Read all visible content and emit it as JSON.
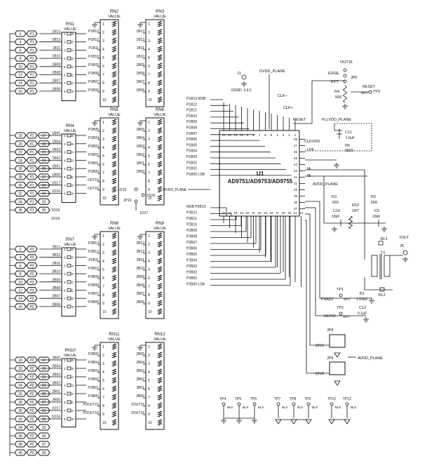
{
  "connectors": [
    {
      "n": "2",
      "p": "P1"
    },
    {
      "n": "4",
      "p": "P1"
    },
    {
      "n": "6",
      "p": "P1"
    },
    {
      "n": "8",
      "p": "P1"
    },
    {
      "n": "10",
      "p": "P1"
    },
    {
      "n": "12",
      "p": "P1"
    },
    {
      "n": "14",
      "p": "P1"
    },
    {
      "n": "16",
      "p": "P1"
    },
    {
      "n": "18",
      "p": "P1"
    },
    {
      "n": "20",
      "p": "P1"
    },
    {
      "n": "22",
      "p": "P1"
    },
    {
      "n": "24",
      "p": "P1"
    },
    {
      "n": "26",
      "p": "P1"
    },
    {
      "n": "28",
      "p": "P1"
    },
    {
      "n": "30",
      "p": "P1"
    },
    {
      "n": "32",
      "p": "P1"
    },
    {
      "n": "34",
      "p": "P1"
    },
    {
      "n": "36",
      "p": "P1"
    },
    {
      "n": "2",
      "p": "P2"
    },
    {
      "n": "4",
      "p": "P2"
    },
    {
      "n": "6",
      "p": "P2"
    },
    {
      "n": "8",
      "p": "P2"
    },
    {
      "n": "10",
      "p": "P2"
    },
    {
      "n": "12",
      "p": "P2"
    },
    {
      "n": "14",
      "p": "P2"
    },
    {
      "n": "16",
      "p": "P2"
    },
    {
      "n": "18",
      "p": "P2"
    },
    {
      "n": "20",
      "p": "P2"
    },
    {
      "n": "22",
      "p": "P2"
    },
    {
      "n": "24",
      "p": "P2"
    },
    {
      "n": "26",
      "p": "P2"
    },
    {
      "n": "28",
      "p": "P2"
    },
    {
      "n": "30",
      "p": "P2"
    },
    {
      "n": "32",
      "p": "P2"
    },
    {
      "n": "34",
      "p": "P2"
    },
    {
      "n": "36",
      "p": "P2"
    },
    {
      "n": "38",
      "p": "P2"
    },
    {
      "n": "40",
      "p": "P2"
    }
  ],
  "connector_right_labels": [
    "P1",
    "P1",
    "P1",
    "P1",
    "P1",
    "P1",
    "P1",
    "P1",
    "17",
    "19",
    "21",
    "23",
    "25",
    "27",
    "29",
    "31",
    "33",
    "35",
    "P2",
    "P2",
    "P2",
    "P2",
    "P2",
    "P2",
    "P2",
    "P2",
    "P2 17",
    "P2 19",
    "P2 21",
    "P2 23",
    "P2 25",
    "P2 27",
    "P2 29",
    "P2 31",
    "P2 33",
    "P2 35",
    "P2 37",
    "P2 39"
  ],
  "rn1": {
    "ref": "RN1",
    "value": "VALUE",
    "nets": [
      "1B13",
      "1B12",
      "1B11",
      "1B10",
      "1B09",
      "1B08",
      "1B07",
      "1B06"
    ],
    "pinsL": [
      "1",
      "2",
      "3",
      "4",
      "5",
      "6",
      "7",
      "8"
    ],
    "pinsR": [
      "16",
      "15",
      "14",
      "13",
      "12",
      "11",
      "10",
      "9"
    ]
  },
  "rn4": {
    "ref": "RN4",
    "value": "VALUE",
    "nets": [
      "1B05",
      "1B04",
      "1B03",
      "1B02",
      "1B01",
      "1B00",
      "1O17",
      "1O16"
    ],
    "pinsL": [
      "1",
      "2",
      "3",
      "4",
      "5",
      "6",
      "7",
      "8"
    ],
    "pinsR": [
      "16",
      "15",
      "14",
      "13",
      "12",
      "11",
      "10",
      "9"
    ]
  },
  "rn7": {
    "ref": "RN7",
    "value": "VALUE",
    "nets": [
      "2B13",
      "2B12",
      "2B11",
      "2B10",
      "2B09",
      "2B08",
      "2B07",
      "2B06"
    ],
    "pinsL": [
      "1",
      "2",
      "3",
      "4",
      "5",
      "6",
      "7",
      "8"
    ],
    "pinsR": [
      "16",
      "15",
      "14",
      "13",
      "12",
      "11",
      "10",
      "9"
    ]
  },
  "rn10": {
    "ref": "RN10",
    "value": "VALUE",
    "nets": [
      "2B05",
      "2B04",
      "2B03",
      "2B02",
      "2B01",
      "2B00",
      "2O17",
      "2O16"
    ],
    "pinsL": [
      "1",
      "2",
      "3",
      "4",
      "5",
      "6",
      "7",
      "8"
    ],
    "pinsR": [
      "16",
      "15",
      "14",
      "13",
      "12",
      "11",
      "10",
      "9"
    ]
  },
  "rn2": {
    "ref": "RN2",
    "value": "VALUE",
    "nets": [
      "P1B13",
      "P1B12",
      "P1B11",
      "P1B10",
      "P1B09",
      "P1B08",
      "P1B07",
      "P1B06"
    ]
  },
  "rn5": {
    "ref": "RN5",
    "value": "VALUE",
    "nets": [
      "P1B05",
      "P1B04",
      "P1B03",
      "P1B02",
      "P1B01",
      "P1B00",
      "OUT15",
      "OUT16"
    ]
  },
  "rn8": {
    "ref": "RN8",
    "value": "VALUE",
    "nets": [
      "P2B13",
      "P2B12",
      "P2B11",
      "P2B10",
      "P2B09",
      "P2B08",
      "P2B07",
      "P2B06"
    ]
  },
  "rn11": {
    "ref": "RN11",
    "value": "VALUE",
    "nets": [
      "P2B05",
      "P2B04",
      "P2B03",
      "P2B02",
      "P2B01",
      "P2B00",
      "P2OUT15",
      "P2OUT16"
    ]
  },
  "rn3": {
    "ref": "RN3",
    "value": "VALUE",
    "nets": [
      "1B13",
      "1B12",
      "1B11",
      "1B10",
      "1B09",
      "1B08",
      "1B07",
      "1B06"
    ]
  },
  "rn6": {
    "ref": "RN6",
    "value": "VALUE",
    "nets": [
      "1B05",
      "1B04",
      "1B03",
      "1B02",
      "1B01",
      "1B00"
    ]
  },
  "rn9": {
    "ref": "RN9",
    "value": "VALUE",
    "nets": [
      "2B13",
      "2B12",
      "2B11",
      "2B10",
      "2B09",
      "2B08",
      "2B07",
      "2B06"
    ]
  },
  "rn12": {
    "ref": "RN12",
    "value": "VALUE",
    "nets": [
      "2B05",
      "2B04",
      "2B03",
      "2B02",
      "2B01",
      "2B00",
      "2OUT15",
      "2OUT16"
    ]
  },
  "pack_pins": [
    "1",
    "2",
    "3",
    "4",
    "5",
    "6",
    "7",
    "8",
    "9",
    "10"
  ],
  "u1": {
    "ref": "U1",
    "part": "AD9751/AD9753/AD9755",
    "left_pins": [
      "P1B13 MSB",
      "P1B12",
      "P1B11",
      "P1B10",
      "P1B09",
      "P1B08",
      "P1B07",
      "P1B06",
      "P1B05",
      "P1B04",
      "P1B03",
      "P1B02",
      "P1B01",
      "P1B00 LSB"
    ],
    "left_pins2": [
      "MSB P2B13",
      "P2B12",
      "P2B11",
      "P2B10",
      "P2B09",
      "P2B08",
      "P2B07",
      "P2B06",
      "P2B05",
      "P2B04",
      "P2B03",
      "P2B02",
      "P2B01",
      "P2B00 LSB"
    ],
    "right_labels": [
      "CLKVDD",
      "LPF",
      "IA",
      "IB",
      "AVDD_PLANE"
    ],
    "top_labels": [
      "DVDD_PLANE",
      "CLK–",
      "CLK+",
      "RESET",
      "DGND: 3,4,5"
    ],
    "pin_numbers_top": [
      "11",
      "12",
      "13",
      "10",
      "9",
      "8",
      "7",
      "6",
      "5",
      "4",
      "3",
      "2",
      "1"
    ],
    "pin_numbers_right": [
      "48",
      "47",
      "46",
      "45",
      "44",
      "43",
      "42",
      "41",
      "40",
      "39",
      "38",
      "37"
    ],
    "pin_numbers_bottom": [
      "26",
      "25",
      "24",
      "23",
      "22",
      "21",
      "20",
      "19",
      "18",
      "17",
      "16",
      "15",
      "14",
      "13"
    ],
    "pin_numbers_left": [
      "28",
      "27",
      "26",
      "25",
      "24",
      "23",
      "22",
      "21",
      "20",
      "19",
      "18",
      "17",
      "16",
      "15"
    ]
  },
  "misc_labels": {
    "j1": "J1",
    "dvdd_plane": "DVDD_PLANE",
    "dgnd": "DGND: 3,4,5",
    "clkm": "CLK–",
    "clkp": "CLK+",
    "reset": "RESET",
    "edge": "EDGE",
    "ext": "EXT",
    "out16": "OUT16",
    "jp5": "JP5",
    "r4": "R4",
    "r4v": "50Ω",
    "reset2": "RESET",
    "tp3": "TP3",
    "wht": "WHT",
    "pllvdd": "PLLVDD_PLANE",
    "c11": "C11",
    "c11v": "1.0µF",
    "r5": "R5",
    "r5v": "392Ω",
    "clkvdd": "CLKVDD",
    "lpf": "LPF",
    "ia": "IA",
    "ib": "IB",
    "avdd": "AVDD_PLANE",
    "r3": "R3",
    "r3v": "50Ω",
    "r10": "R10",
    "r10v": "OPT",
    "r2": "R2",
    "r2v": "50Ω",
    "c10": "C10",
    "c10v": "10pF",
    "c9": "C9",
    "c9v": "10pF",
    "bl1": "BL1",
    "t1": "T1",
    "iout": "IOUT",
    "j5": "J5",
    "bl2": "BL2",
    "tp1": "TP1",
    "tp1w": "WHT",
    "fsadj": "FSADJ",
    "r1": "R1",
    "r1v": "1.91kΩ",
    "tp2": "TP2",
    "tp2w": "WHT",
    "c12": "C12",
    "c12v": "0.1µF",
    "refio": "REFIO",
    "jp8": "JP8",
    "div1": "DIV1",
    "jp9": "JP9",
    "div0": "DIV0",
    "avdd2": "AVDD_PLANE",
    "jp10": "JP10",
    "o15": "1O15",
    "o16": "1O16",
    "o17": "1O17",
    "dvdd2": "DVDD_PLANE",
    "o16b": "1O16",
    "o16c": "1O16"
  },
  "testpoints": [
    {
      "name": "TP4",
      "c": "BLK"
    },
    {
      "name": "TP5",
      "c": "BLK"
    },
    {
      "name": "TP6",
      "c": "BLK"
    },
    {
      "name": "TP7",
      "c": "BLK"
    },
    {
      "name": "TP8",
      "c": "BLK"
    },
    {
      "name": "TP9",
      "c": "BLK"
    },
    {
      "name": "TP10",
      "c": "BLK"
    },
    {
      "name": "TP12",
      "c": "BLK"
    }
  ]
}
